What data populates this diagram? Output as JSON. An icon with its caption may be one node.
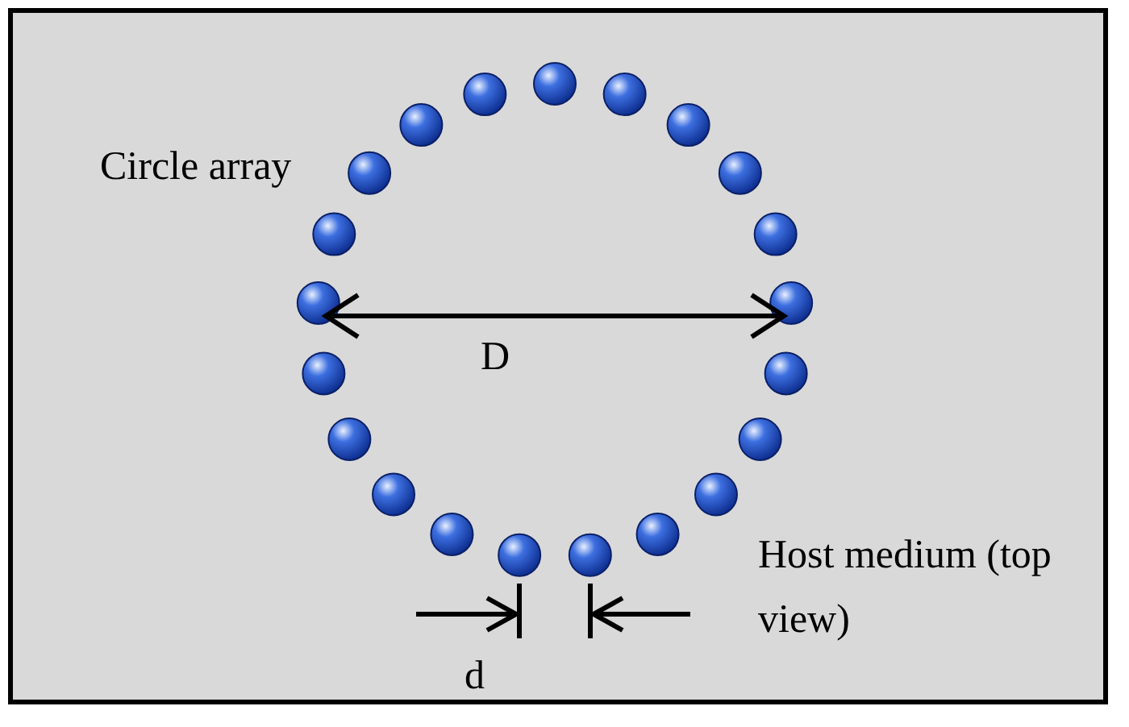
{
  "diagram": {
    "labels": [
      "Circle array",
      "D",
      "Host medium (top view)",
      "d"
    ]
  }
}
